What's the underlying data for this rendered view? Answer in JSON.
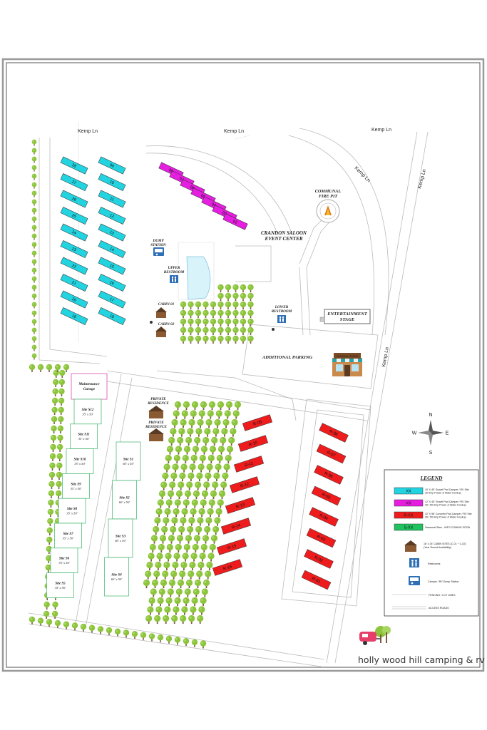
{
  "roads": {
    "kemp_1": "Kemp Ln",
    "kemp_2": "Kemp Ln",
    "kemp_3": "Kemp Ln",
    "kemp_4": "Kemp Ln",
    "kemp_5": "Kemp Ln",
    "kemp_6": "Kemp Ln"
  },
  "labels": {
    "fire_pit_1": "COMMUNAL",
    "fire_pit_2": "FIRE PIT",
    "event_1": "CRANDON SALOON",
    "event_2": "EVENT CENTER",
    "dump_1": "DUMP",
    "dump_2": "STATION",
    "upper_1": "UPPER",
    "upper_2": "RESTROOM",
    "lower_1": "LOWER",
    "lower_2": "RESTROOM",
    "cabin1": "CABIN 01",
    "cabin2": "CABIN 02",
    "ent_1": "ENTERTAINMENT",
    "ent_2": "STAGE",
    "parking": "ADDITIONAL PARKING",
    "garage_1": "Maintenance",
    "garage_2": "Garage",
    "pr1_1": "PRIVATE",
    "pr1_2": "RESIDENCE",
    "pr2_1": "PRIVATE",
    "pr2_2": "RESIDENCE",
    "store_sign": "GENERAL STORE"
  },
  "compass": {
    "n": "N",
    "s": "S",
    "e": "E",
    "w": "W"
  },
  "sites": {
    "left_col_a": [
      "28",
      "27",
      "26",
      "25",
      "24",
      "23",
      "22",
      "21",
      "20",
      "19"
    ],
    "left_col_b": [
      "09",
      "10",
      "11",
      "12",
      "13",
      "14",
      "15",
      "16",
      "17",
      "18"
    ],
    "magenta": [
      "08",
      "07",
      "06",
      "05",
      "04",
      "03",
      "02"
    ],
    "red_left": [
      "R-09",
      "R-10",
      "R-11",
      "R-12",
      "R-13",
      "R-14",
      "R-15",
      "R-16"
    ],
    "red_right": [
      "R-08",
      "R-07",
      "R-06",
      "R-05",
      "R-04",
      "R-03",
      "R-02",
      "R-01"
    ]
  },
  "seasonal_left": [
    {
      "name": "Site S12",
      "size": "35' x 50'"
    },
    {
      "name": "Site S11",
      "size": "35' x 50'"
    },
    {
      "name": "Site S10",
      "size": "35' x 50'"
    },
    {
      "name": "Site S9",
      "size": "35' x 50'"
    },
    {
      "name": "Site S8",
      "size": "35' x 50'"
    },
    {
      "name": "Site S7",
      "size": "35' x 50'"
    },
    {
      "name": "Site S6",
      "size": "35' x 50'"
    },
    {
      "name": "Site S5",
      "size": "35' x 50'"
    }
  ],
  "seasonal_right": [
    {
      "name": "Site S1",
      "size": "60' x 50'"
    },
    {
      "name": "Site S2",
      "size": "60' x 50'"
    },
    {
      "name": "Site S3",
      "size": "60' x 50'"
    },
    {
      "name": "Site S4",
      "size": "60' x 50'"
    }
  ],
  "legend": {
    "title": "LEGEND",
    "items": [
      {
        "swatch": "XX",
        "color": "#22d3e0",
        "text1": "10' X 40' Gravel Pad Camper / RV Site",
        "text2": "30 Amp Power & Water Hookup"
      },
      {
        "swatch": "XX",
        "color": "#e51ee0",
        "text1": "12' X 40' Gravel Pad Camper / RV Site",
        "text2": "30 / 50 Amp Power & Water Hookup"
      },
      {
        "swatch": "R-XX",
        "color": "#ee1c1c",
        "text1": "12' X 58' Concrete Pad Camper / RV Site",
        "text2": "30 / 50 Amp Power & Water Hookup"
      },
      {
        "swatch": "S-XX",
        "color": "#1fc35f",
        "text1": "Seasonal Sites - INFO COMING SOON",
        "text2": ""
      }
    ],
    "cabin_1": "16' x 24' CABIN SITES (C-01 ~ C-02)",
    "cabin_2": "(Year Round Availability)",
    "restrooms": "Restrooms",
    "dump": "Camper / RV Dump Station",
    "fencing": "FENCING / LOT LINES",
    "roads": "ACCESS ROADS"
  },
  "brand": "holly wood hill camping & rv",
  "colors": {
    "cyan": "#22d3e0",
    "magenta": "#e51ee0",
    "red": "#ee1c1c",
    "tree": "#8cc43c",
    "trunk": "#7a5a3a"
  }
}
